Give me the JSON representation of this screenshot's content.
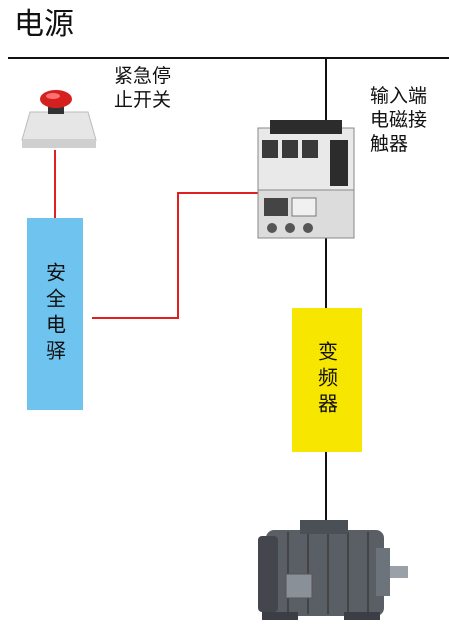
{
  "title": "电源",
  "components": {
    "estop_label": "紧急停\n止开关",
    "contactor_label": "输入端\n电磁接\n触器",
    "safety_relay_label": "安全电驿",
    "inverter_label": "变频器"
  },
  "colors": {
    "safety_relay_fill": "#6ec4ee",
    "inverter_fill": "#f7e600",
    "red_wire": "#e02020",
    "black_wire": "#111111",
    "estop_button": "#d62020"
  }
}
